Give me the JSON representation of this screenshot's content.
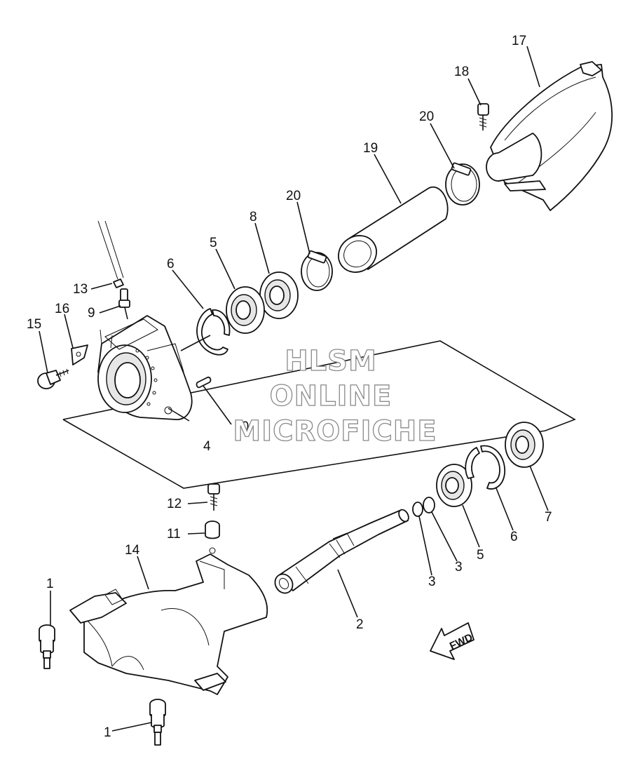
{
  "watermark": {
    "line1": "HLSM",
    "line2": "ONLINE",
    "line3": "MICROFICHE"
  },
  "direction_arrow": {
    "label": "FWD"
  },
  "callouts": [
    {
      "id": "c1a",
      "number": "1"
    },
    {
      "id": "c1b",
      "number": "1"
    },
    {
      "id": "c2",
      "number": "2"
    },
    {
      "id": "c3a",
      "number": "3"
    },
    {
      "id": "c3b",
      "number": "3"
    },
    {
      "id": "c4",
      "number": "4"
    },
    {
      "id": "c5a",
      "number": "5"
    },
    {
      "id": "c5b",
      "number": "5"
    },
    {
      "id": "c6a",
      "number": "6"
    },
    {
      "id": "c6b",
      "number": "6"
    },
    {
      "id": "c7",
      "number": "7"
    },
    {
      "id": "c8",
      "number": "8"
    },
    {
      "id": "c9",
      "number": "9"
    },
    {
      "id": "c10",
      "number": "10"
    },
    {
      "id": "c11",
      "number": "11"
    },
    {
      "id": "c12",
      "number": "12"
    },
    {
      "id": "c13",
      "number": "13"
    },
    {
      "id": "c14",
      "number": "14"
    },
    {
      "id": "c15",
      "number": "15"
    },
    {
      "id": "c16",
      "number": "16"
    },
    {
      "id": "c17",
      "number": "17"
    },
    {
      "id": "c18",
      "number": "18"
    },
    {
      "id": "c19",
      "number": "19"
    },
    {
      "id": "c20a",
      "number": "20"
    },
    {
      "id": "c20b",
      "number": "20"
    }
  ]
}
